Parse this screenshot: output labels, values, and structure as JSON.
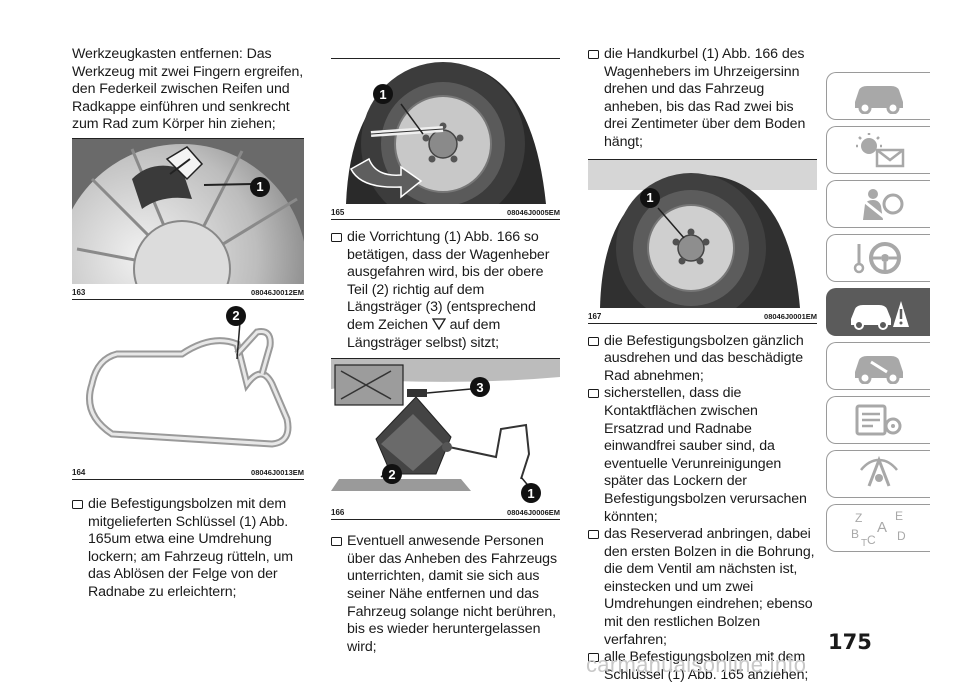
{
  "col1": {
    "intro": "Werkzeugkasten entfernen: Das Werkzeug mit zwei Fingern ergreifen, den Federkeil zwischen Reifen und Radkappe einführen und senkrecht zum Rad zum Körper hin ziehen;",
    "fig163": {
      "num": "163",
      "code": "08046J0012EM",
      "callout": "1"
    },
    "fig164": {
      "num": "164",
      "code": "08046J0013EM",
      "callout": "2"
    },
    "bullet1": "die Befestigungsbolzen mit dem mitgelieferten Schlüssel (1) Abb. 165um etwa eine Umdrehung lockern; am Fahrzeug rütteln, um das Ablösen der Felge von der Radnabe zu erleichtern;"
  },
  "col2": {
    "fig165": {
      "num": "165",
      "code": "08046J0005EM",
      "callout": "1"
    },
    "bullet1_a": "die Vorrichtung (1) Abb. 166 so betätigen, dass der Wagenheber ausgefahren wird, bis der obere Teil (2) richtig auf dem Längsträger (3) (entsprechend dem Zeichen",
    "bullet1_b": "auf dem Längsträger selbst) sitzt;",
    "fig166": {
      "num": "166",
      "code": "08046J0006EM",
      "callout1": "1",
      "callout2": "2",
      "callout3": "3"
    },
    "bullet2": "Eventuell anwesende Personen über das Anheben des Fahrzeugs unterrichten, damit sie sich aus seiner Nähe entfernen und das Fahrzeug solange nicht berühren, bis es wieder heruntergelassen wird;"
  },
  "col3": {
    "bullet1": "die Handkurbel (1) Abb. 166 des Wagenhebers im Uhrzeigersinn drehen und das Fahrzeug anheben, bis das Rad zwei bis drei Zentimeter über dem Boden hängt;",
    "fig167": {
      "num": "167",
      "code": "08046J0001EM",
      "callout": "1"
    },
    "bullet2": "die Befestigungsbolzen gänzlich ausdrehen und das beschädigte Rad abnehmen;",
    "bullet3": "sicherstellen, dass die Kontaktflächen zwischen Ersatzrad und Radnabe einwandfrei sauber sind, da eventuelle Verunreinigungen später das Lockern der Befestigungsbolzen verursachen könnten;",
    "bullet4": "das Reserverad anbringen, dabei den ersten Bolzen in die Bohrung, die dem Ventil am nächsten ist, einstecken und um zwei Umdrehungen eindrehen; ebenso mit den restlichen Bolzen verfahren;",
    "bullet5": "alle Befestigungsbolzen mit dem Schlüssel (1) Abb. 165 anziehen;"
  },
  "page_number": "175",
  "watermark": "carmanualsonline.info",
  "tabs": [
    {
      "icon": "car-icon",
      "active": false
    },
    {
      "icon": "warning-lights-icon",
      "active": false
    },
    {
      "icon": "safety-airbag-icon",
      "active": false
    },
    {
      "icon": "steering-wheel-key-icon",
      "active": false
    },
    {
      "icon": "emergency-icon",
      "active": true
    },
    {
      "icon": "maintenance-car-icon",
      "active": false
    },
    {
      "icon": "technical-data-icon",
      "active": false
    },
    {
      "icon": "multimedia-icon",
      "active": false
    },
    {
      "icon": "index-icon",
      "active": false
    }
  ],
  "tab_index_letters": [
    "Z",
    "E",
    "A",
    "B",
    "C",
    "T",
    "D"
  ],
  "colors": {
    "text": "#1a1a1a",
    "tab_border": "#9a9a9a",
    "tab_active": "#5b5b5b",
    "watermark": "#c8c8c8"
  }
}
